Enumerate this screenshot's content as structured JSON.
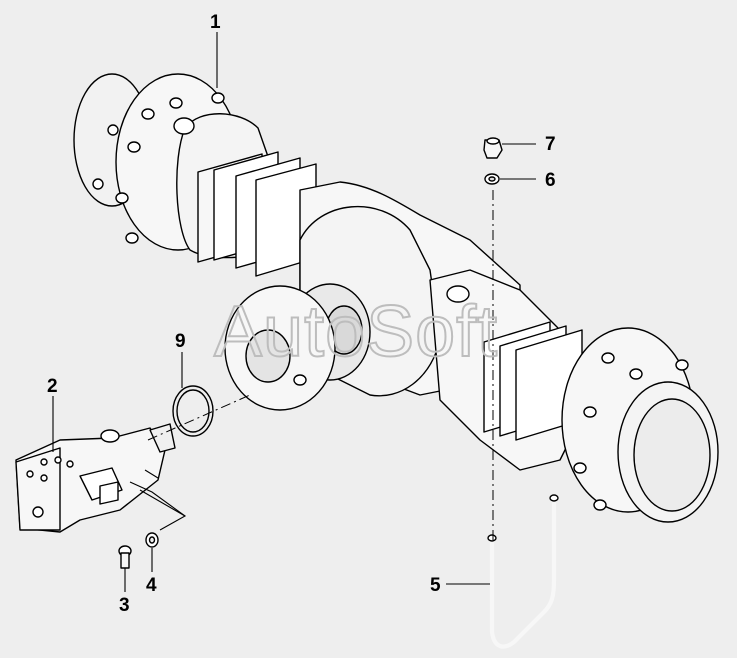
{
  "callouts": [
    "1",
    "2",
    "3",
    "4",
    "5",
    "6",
    "7",
    "9"
  ],
  "watermark": "AutoSoft",
  "colors": {
    "background": "#eeeeee",
    "part_fill": "#f7f7f7",
    "shade": "#d9d9d9",
    "line": "#000000",
    "watermark": "#bdbdbd"
  }
}
